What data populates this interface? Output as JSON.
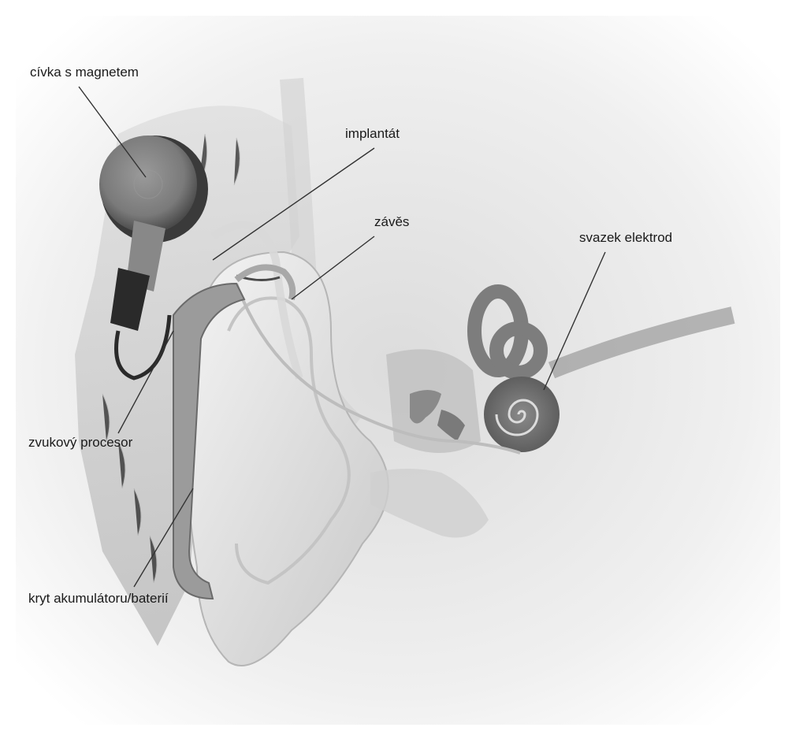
{
  "labels": {
    "coil": "cívka s magnetem",
    "implant": "implantát",
    "earhook": "závěs",
    "electrode": "svazek elektrod",
    "processor": "zvukový procesor",
    "battery": "kryt akumulátoru/baterií"
  }
}
